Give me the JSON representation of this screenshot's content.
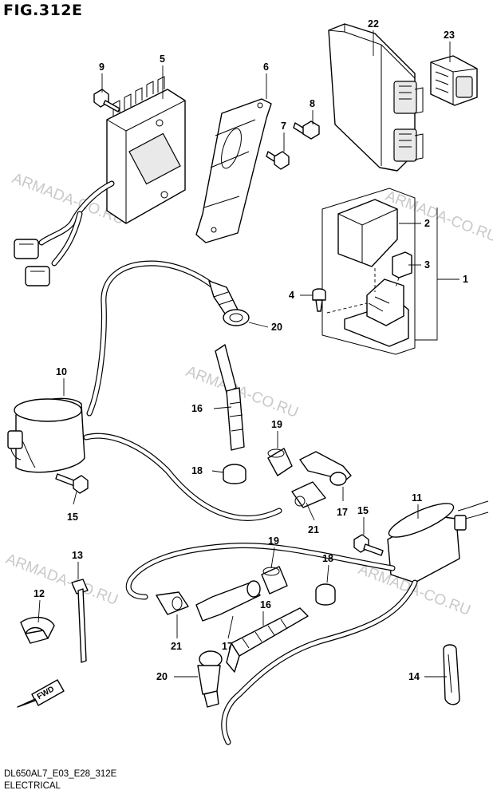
{
  "figure": {
    "title": "FIG.312E",
    "code": "DL650AL7_E03_E28_312E",
    "name": "ELECTRICAL"
  },
  "watermark": "ARMADA-CO.RU",
  "fwd_arrow": {
    "label": "FWD",
    "icon": "forward-direction-arrow-icon"
  },
  "callouts": [
    {
      "id": "c22",
      "label": "22"
    },
    {
      "id": "c23",
      "label": "23"
    },
    {
      "id": "c9",
      "label": "9"
    },
    {
      "id": "c5",
      "label": "5"
    },
    {
      "id": "c6",
      "label": "6"
    },
    {
      "id": "c8",
      "label": "8"
    },
    {
      "id": "c7",
      "label": "7"
    },
    {
      "id": "c2",
      "label": "2"
    },
    {
      "id": "c3",
      "label": "3"
    },
    {
      "id": "c1",
      "label": "1"
    },
    {
      "id": "c4",
      "label": "4"
    },
    {
      "id": "c20a",
      "label": "20"
    },
    {
      "id": "c10",
      "label": "10"
    },
    {
      "id": "c16a",
      "label": "16"
    },
    {
      "id": "c19a",
      "label": "19"
    },
    {
      "id": "c18a",
      "label": "18"
    },
    {
      "id": "c17a",
      "label": "17"
    },
    {
      "id": "c21a",
      "label": "21"
    },
    {
      "id": "c15a",
      "label": "15"
    },
    {
      "id": "c15b",
      "label": "15"
    },
    {
      "id": "c11",
      "label": "11"
    },
    {
      "id": "c13",
      "label": "13"
    },
    {
      "id": "c19b",
      "label": "19"
    },
    {
      "id": "c18b",
      "label": "18"
    },
    {
      "id": "c12",
      "label": "12"
    },
    {
      "id": "c16b",
      "label": "16"
    },
    {
      "id": "c21b",
      "label": "21"
    },
    {
      "id": "c17b",
      "label": "17"
    },
    {
      "id": "c20b",
      "label": "20"
    },
    {
      "id": "c14",
      "label": "14"
    }
  ]
}
